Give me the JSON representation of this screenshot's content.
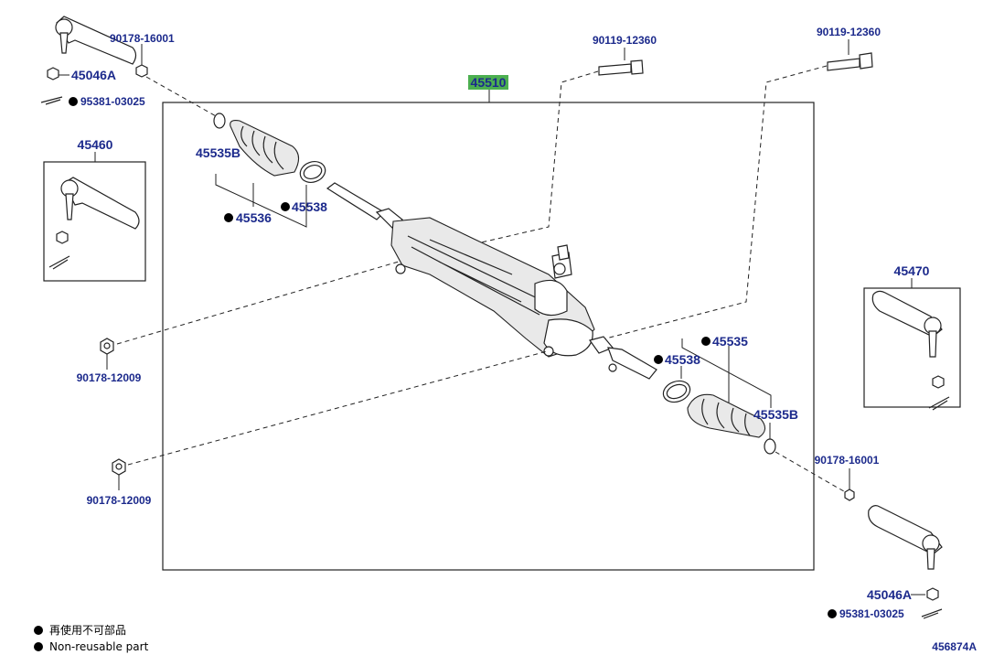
{
  "diagram": {
    "main_assembly": "45510",
    "highlight_color": "#4caf50",
    "label_color": "#1c2a8c",
    "labels": {
      "tie_end_nut_top": "90178-16001",
      "castle_nut_top": "45046A",
      "cotter_top": "95381-03025",
      "bolt_center": "90119-12360",
      "bolt_right": "90119-12360",
      "tie_rod_end_lh": "45460",
      "clamp_left": "45535B",
      "boot_left": "45536",
      "clip_left": "45538",
      "nut_mid_upper": "90178-12009",
      "nut_mid_lower": "90178-12009",
      "tie_rod_end_rh": "45470",
      "boot_right": "45535",
      "clip_right": "45538",
      "clamp_right": "45535B",
      "tie_end_nut_bottom": "90178-16001",
      "castle_nut_bottom": "45046A",
      "cotter_bottom": "95381-03025"
    }
  },
  "legend": {
    "line_jp": "再使用不可部品",
    "line_en": "Non-reusable part"
  },
  "figure_code": "456874A"
}
